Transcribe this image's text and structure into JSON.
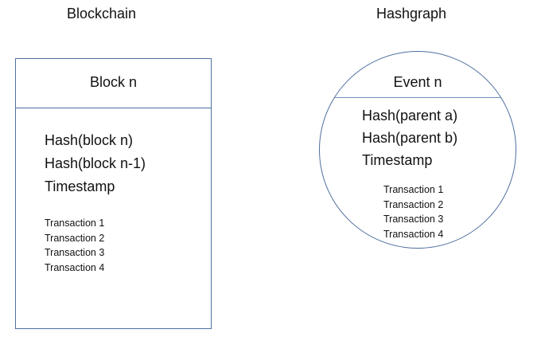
{
  "blockchain": {
    "heading": "Blockchain",
    "block_title": "Block n",
    "fields": [
      "Hash(block n)",
      "Hash(block n-1)",
      "Timestamp"
    ],
    "transactions": [
      "Transaction 1",
      "Transaction 2",
      "Transaction 3",
      "Transaction 4"
    ]
  },
  "hashgraph": {
    "heading": "Hashgraph",
    "event_title": "Event n",
    "fields": [
      "Hash(parent a)",
      "Hash(parent b)",
      "Timestamp"
    ],
    "transactions": [
      "Transaction 1",
      "Transaction 2",
      "Transaction 3",
      "Transaction 4"
    ]
  },
  "colors": {
    "outline": "#4f6f9f",
    "text": "#111111"
  }
}
